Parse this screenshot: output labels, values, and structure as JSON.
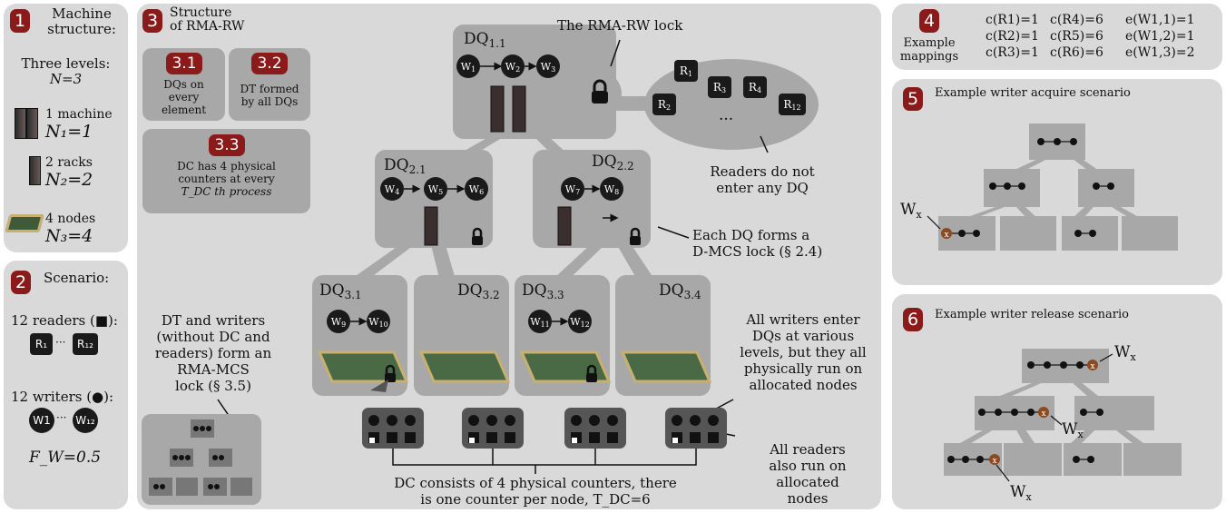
{
  "p1": {
    "badge": "1",
    "title1": "Machine",
    "title2": "structure:",
    "levels": "Three levels:",
    "n": "N=3",
    "l1": "1 machine",
    "n1": "N₁=1",
    "l2": "2 racks",
    "n2": "N₂=2",
    "l3": "4 nodes",
    "n3": "N₃=4"
  },
  "p2": {
    "badge": "2",
    "title": "Scenario:",
    "readers": "12 readers (■):",
    "r_first": "R₁",
    "r_dots": "···",
    "r_last": "R₁₂",
    "writers": "12 writers (●):",
    "w_first": "W1",
    "w_dots": "···",
    "w_last": "W₁₂",
    "fw": "F_W=0.5"
  },
  "p3": {
    "badge": "3",
    "title1": "Structure",
    "title2": "of RMA-RW",
    "b31": "3.1",
    "t31a": "DQs on",
    "t31b": "every",
    "t31c": "element",
    "b32": "3.2",
    "t32a": "DT formed",
    "t32b": "by all DQs",
    "b33": "3.3",
    "t33a": "DC has 4 physical",
    "t33b": "counters at every",
    "t33c": "T_DC th process",
    "lock_title": "The RMA-RW lock",
    "dq11": "DQ1.1",
    "dq21": "DQ2.1",
    "dq22": "DQ2.2",
    "dq31": "DQ3.1",
    "dq32": "DQ3.2",
    "dq33": "DQ3.3",
    "dq34": "DQ3.4",
    "readers": [
      "R1",
      "R2",
      "R3",
      "R4",
      "R12"
    ],
    "ellipsis": "...",
    "readers_note1": "Readers do not",
    "readers_note2": "enter any DQ",
    "dmcs1": "Each DQ forms a",
    "dmcs2": "D-MCS lock (§ 2.4)",
    "dt1": "DT and writers",
    "dt2": "(without DC and",
    "dt3": "readers) form an",
    "dt4": "RMA-MCS",
    "dt5": "lock (§ 3.5)",
    "aw1": "All writers enter",
    "aw2": "DQs at various",
    "aw3": "levels, but they all",
    "aw4": "physically run on",
    "aw5": "allocated nodes",
    "ar1": "All readers",
    "ar2": "also run on",
    "ar3": "allocated",
    "ar4": "nodes",
    "dc1": "DC consists of 4 physical counters, there",
    "dc2": "is one counter per node, T_DC=6"
  },
  "p4": {
    "badge": "4",
    "l1": "Example",
    "l2": "mappings",
    "m": [
      "c(R1)=1",
      "c(R4)=6",
      "e(W1,1)=1",
      "c(R2)=1",
      "c(R5)=6",
      "e(W1,2)=1",
      "c(R3)=1",
      "c(R6)=6",
      "e(W1,3)=2"
    ]
  },
  "p5": {
    "badge": "5",
    "title": "Example writer acquire scenario",
    "wx": "Wx",
    "x": "x"
  },
  "p6": {
    "badge": "6",
    "title": "Example writer release scenario",
    "wx": "Wx",
    "x": "x"
  },
  "colors": {
    "panel": "#d9d9d9",
    "box": "#a8a8a8",
    "badge": "#8b1a1a",
    "node": "#1a1a1a",
    "x_node": "#8a4b22"
  }
}
